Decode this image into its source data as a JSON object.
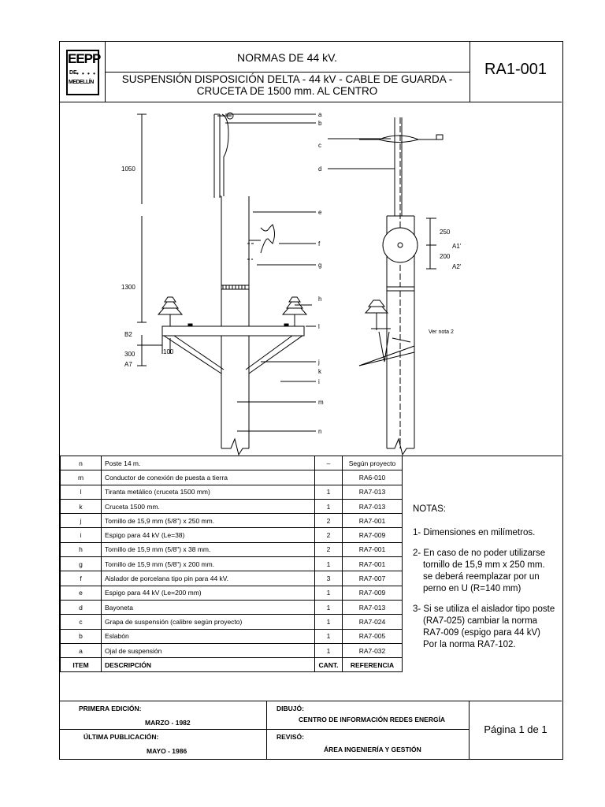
{
  "header": {
    "logo_main": "EEPP",
    "logo_de": "DE",
    "logo_dots": "• • • •",
    "logo_city": "MEDELLÍN",
    "title": "NORMAS DE 44 kV.",
    "subtitle_line1": "SUSPENSIÓN DISPOSICIÓN DELTA - 44 kV - CABLE DE GUARDA -",
    "subtitle_line2": "CRUCETA DE 1500 mm. AL CENTRO",
    "code": "RA1-001"
  },
  "drawing": {
    "letters_right": [
      "a",
      "b",
      "c",
      "d",
      "e",
      "f",
      "g",
      "h",
      "l",
      "j",
      "k",
      "i",
      "m",
      "n"
    ],
    "dim_1050": "1050",
    "dim_1300": "1300",
    "dim_300": "300",
    "dim_100": "100",
    "label_b2": "B2",
    "label_a7": "A7",
    "dim_250": "250",
    "dim_200": "200",
    "label_a1": "A1'",
    "label_a2": "A2'",
    "ver_nota": "Ver nota 2"
  },
  "materials": {
    "rows": [
      {
        "item": "n",
        "desc": "Poste 14 m.",
        "cant": "–",
        "ref": "Según proyecto"
      },
      {
        "item": "m",
        "desc": "Conductor de conexión de puesta a tierra",
        "cant": "",
        "ref": "RA6-010"
      },
      {
        "item": "l",
        "desc": "Tiranta metálico (cruceta 1500 mm)",
        "cant": "1",
        "ref": "RA7-013"
      },
      {
        "item": "k",
        "desc": "Cruceta 1500 mm.",
        "cant": "1",
        "ref": "RA7-013"
      },
      {
        "item": "j",
        "desc": "Tornillo de 15,9 mm (5/8\") x 250 mm.",
        "cant": "2",
        "ref": "RA7-001"
      },
      {
        "item": "i",
        "desc": "Espigo para 44 kV (Le=38)",
        "cant": "2",
        "ref": "RA7-009"
      },
      {
        "item": "h",
        "desc": "Tornillo de 15,9 mm (5/8\") x 38 mm.",
        "cant": "2",
        "ref": "RA7-001"
      },
      {
        "item": "g",
        "desc": "Tornillo de 15,9 mm (5/8\") x 200 mm.",
        "cant": "1",
        "ref": "RA7-001"
      },
      {
        "item": "f",
        "desc": "Aislador de porcelana tipo pin para 44 kV.",
        "cant": "3",
        "ref": "RA7-007"
      },
      {
        "item": "e",
        "desc": "Espigo para 44 kV (Le=200 mm)",
        "cant": "1",
        "ref": "RA7-009"
      },
      {
        "item": "d",
        "desc": "Bayoneta",
        "cant": "1",
        "ref": "RA7-013"
      },
      {
        "item": "c",
        "desc": "Grapa de suspensión (calibre según proyecto)",
        "cant": "1",
        "ref": "RA7-024"
      },
      {
        "item": "b",
        "desc": "Eslabón",
        "cant": "1",
        "ref": "RA7-005"
      },
      {
        "item": "a",
        "desc": "Ojal de suspensión",
        "cant": "1",
        "ref": "RA7-032"
      }
    ],
    "header_item": "ITEM",
    "header_desc": "DESCRIPCIÓN",
    "header_cant": "CANT.",
    "header_ref": "REFERENCIA"
  },
  "notes": {
    "title": "NOTAS:",
    "n1": "1- Dimensiones en milímetros.",
    "n2_l1": "2- En caso de no poder utilizarse",
    "n2_l2": "tornillo de 15,9 mm x 250 mm.",
    "n2_l3": "se deberá reemplazar por un",
    "n2_l4": "perno en U (R=140 mm)",
    "n3_l1": "3- Si se utiliza el aislador tipo poste",
    "n3_l2": "(RA7-025) cambiar la norma",
    "n3_l3": "RA7-009 (espigo para 44 kV)",
    "n3_l4": "Por la norma RA7-102."
  },
  "footer": {
    "primera_label": "PRIMERA EDICIÓN:",
    "primera_value": "MARZO - 1982",
    "ultima_label": "ÚLTIMA PUBLICACIÓN:",
    "ultima_value": "MAYO - 1986",
    "dibujo_label": "DIBUJÓ:",
    "dibujo_value": "CENTRO DE INFORMACIÓN REDES ENERGÍA",
    "reviso_label": "REVISÓ:",
    "reviso_value": "ÁREA INGENIERÍA Y GESTIÓN",
    "pagina": "Página 1 de 1"
  }
}
